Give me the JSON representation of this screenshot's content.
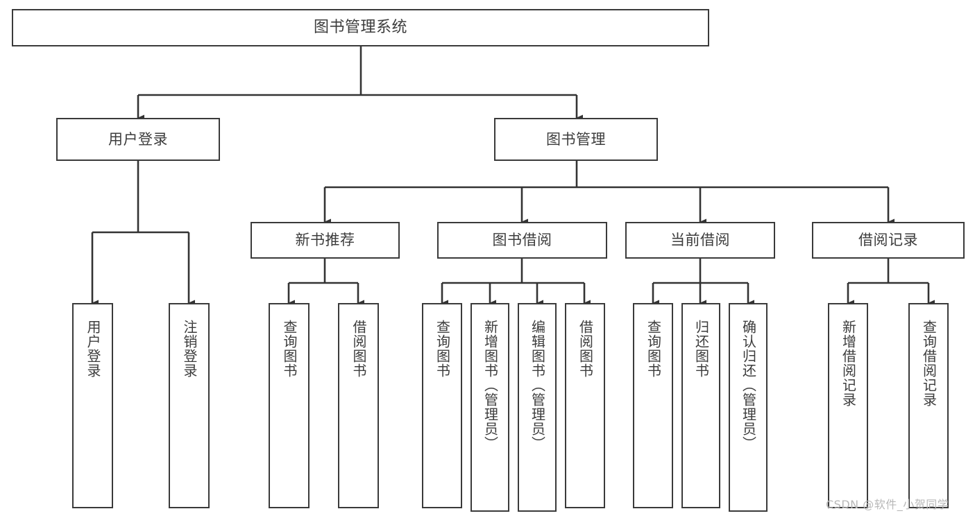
{
  "diagram": {
    "title": "图书管理系统",
    "type": "tree",
    "root": {
      "label": "图书管理系统"
    },
    "level2": [
      {
        "label": "用户登录"
      },
      {
        "label": "图书管理"
      }
    ],
    "level3": [
      {
        "label": "新书推荐"
      },
      {
        "label": "图书借阅"
      },
      {
        "label": "当前借阅"
      },
      {
        "label": "借阅记录"
      }
    ],
    "leaves": {
      "user_login": [
        {
          "label": "用户登录"
        },
        {
          "label": "注销登录"
        }
      ],
      "new_book_recommend": [
        {
          "label": "查询图书"
        },
        {
          "label": "借阅图书"
        }
      ],
      "book_borrow": [
        {
          "label": "查询图书"
        },
        {
          "label": "新增图书（管理员）"
        },
        {
          "label": "编辑图书（管理员）"
        },
        {
          "label": "借阅图书"
        }
      ],
      "current_borrow": [
        {
          "label": "查询图书"
        },
        {
          "label": "归还图书"
        },
        {
          "label": "确认归还（管理员）"
        }
      ],
      "borrow_record": [
        {
          "label": "新增借阅记录"
        },
        {
          "label": "查询借阅记录"
        }
      ]
    }
  },
  "watermark": {
    "text": "CSDN @软件_小贺同学"
  },
  "colors": {
    "box_border": "#3a3a3a",
    "box_fill": "#ffffff",
    "text": "#3c3c3c",
    "connector": "#333333",
    "watermark": "#b8b8b8",
    "background": "#ffffff"
  }
}
